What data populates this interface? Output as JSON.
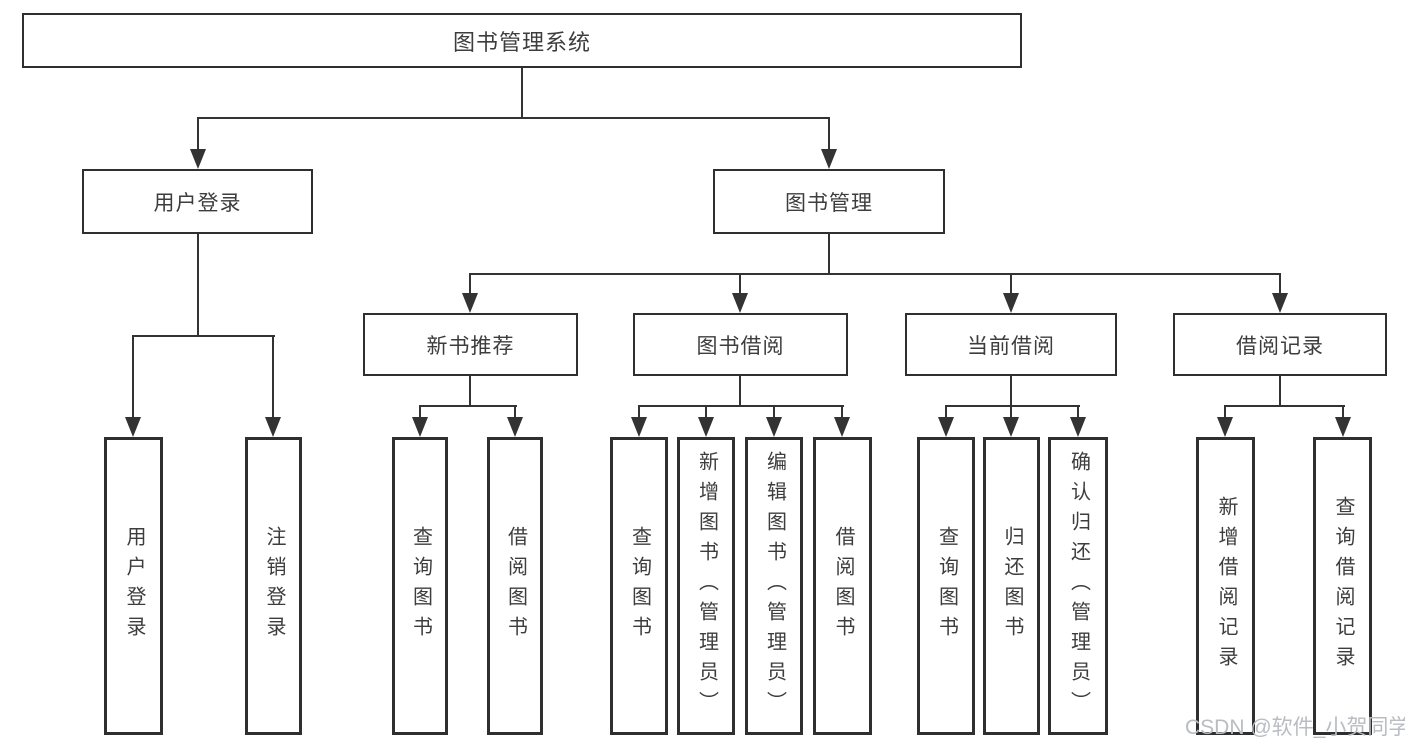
{
  "tree": {
    "root": {
      "label": "图书管理系统"
    },
    "branches": [
      {
        "label": "用户登录",
        "children": [
          {
            "label": "用户登录"
          },
          {
            "label": "注销登录"
          }
        ]
      },
      {
        "label": "图书管理",
        "children": [
          {
            "label": "新书推荐",
            "children": [
              {
                "label": "查询图书"
              },
              {
                "label": "借阅图书"
              }
            ]
          },
          {
            "label": "图书借阅",
            "children": [
              {
                "label": "查询图书"
              },
              {
                "label": "新增图书（管理员）"
              },
              {
                "label": "编辑图书（管理员）"
              },
              {
                "label": "借阅图书"
              }
            ]
          },
          {
            "label": "当前借阅",
            "children": [
              {
                "label": "查询图书"
              },
              {
                "label": "归还图书"
              },
              {
                "label": "确认归还（管理员）"
              }
            ]
          },
          {
            "label": "借阅记录",
            "children": [
              {
                "label": "新增借阅记录"
              },
              {
                "label": "查询借阅记录"
              }
            ]
          }
        ]
      }
    ]
  },
  "watermark": {
    "text": "CSDN @软件_小贺同学"
  },
  "colors": {
    "line": "#333333",
    "box_border": "#2f2f2f",
    "text": "#3d3d3d",
    "watermark": "#b9bcc2",
    "background": "#ffffff"
  }
}
